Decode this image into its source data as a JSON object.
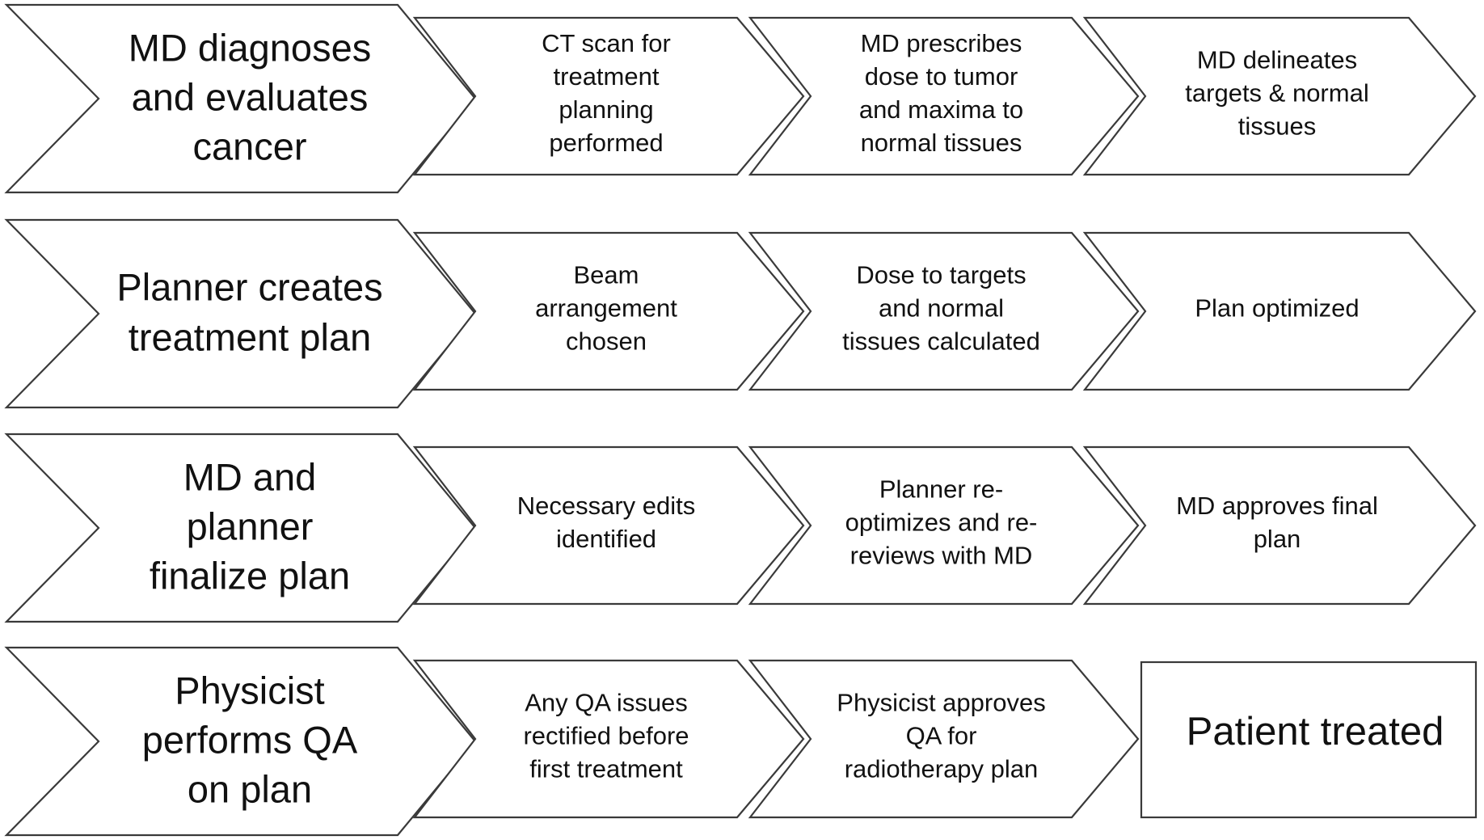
{
  "rows": [
    {
      "lead": [
        "MD diagnoses",
        "and evaluates",
        "cancer"
      ],
      "steps": [
        [
          "CT scan for",
          "treatment",
          "planning",
          "performed"
        ],
        [
          "MD prescribes",
          "dose to tumor",
          "and maxima to",
          "normal tissues"
        ],
        [
          "MD delineates",
          "targets & normal",
          "tissues"
        ]
      ]
    },
    {
      "lead": [
        "Planner creates",
        "treatment plan"
      ],
      "steps": [
        [
          "Beam",
          "arrangement",
          "chosen"
        ],
        [
          "Dose  to targets",
          "and normal",
          "tissues calculated"
        ],
        [
          "Plan optimized"
        ]
      ]
    },
    {
      "lead": [
        "MD and",
        "planner",
        "finalize plan"
      ],
      "steps": [
        [
          "Necessary edits",
          "identified"
        ],
        [
          "Planner re-",
          "optimizes and re-",
          "reviews with MD"
        ],
        [
          "MD approves final",
          "plan"
        ]
      ]
    },
    {
      "lead": [
        "Physicist",
        "performs QA",
        "on plan"
      ],
      "steps": [
        [
          "Any QA issues",
          "rectified before",
          "first treatment"
        ],
        [
          "Physicist approves",
          "QA for",
          "radiotherapy plan"
        ]
      ],
      "final": [
        "Patient treated"
      ]
    }
  ],
  "colors": {
    "outline": "#3a3a3a",
    "fill": "#ffffff",
    "text": "#111111"
  }
}
